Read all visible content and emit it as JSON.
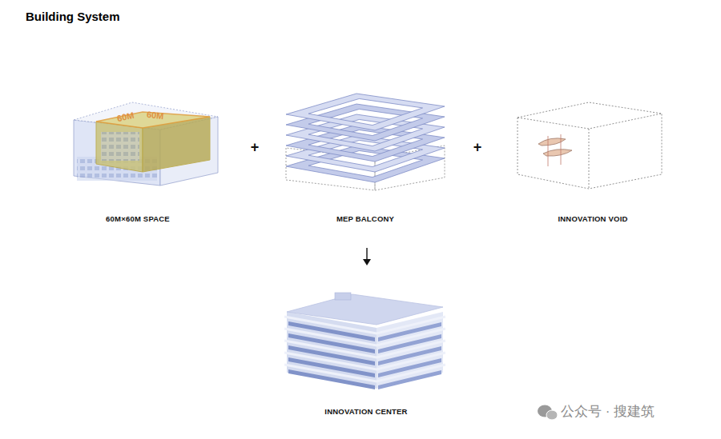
{
  "diagram": {
    "title": "Building System",
    "labels": [
      "60M",
      "60M",
      "60M×60M SPACE",
      "+",
      "MEP BALCONY",
      "+",
      "INNOVATION VOID",
      "INNOVATION CENTER",
      "公众号 · 搜建筑"
    ]
  }
}
